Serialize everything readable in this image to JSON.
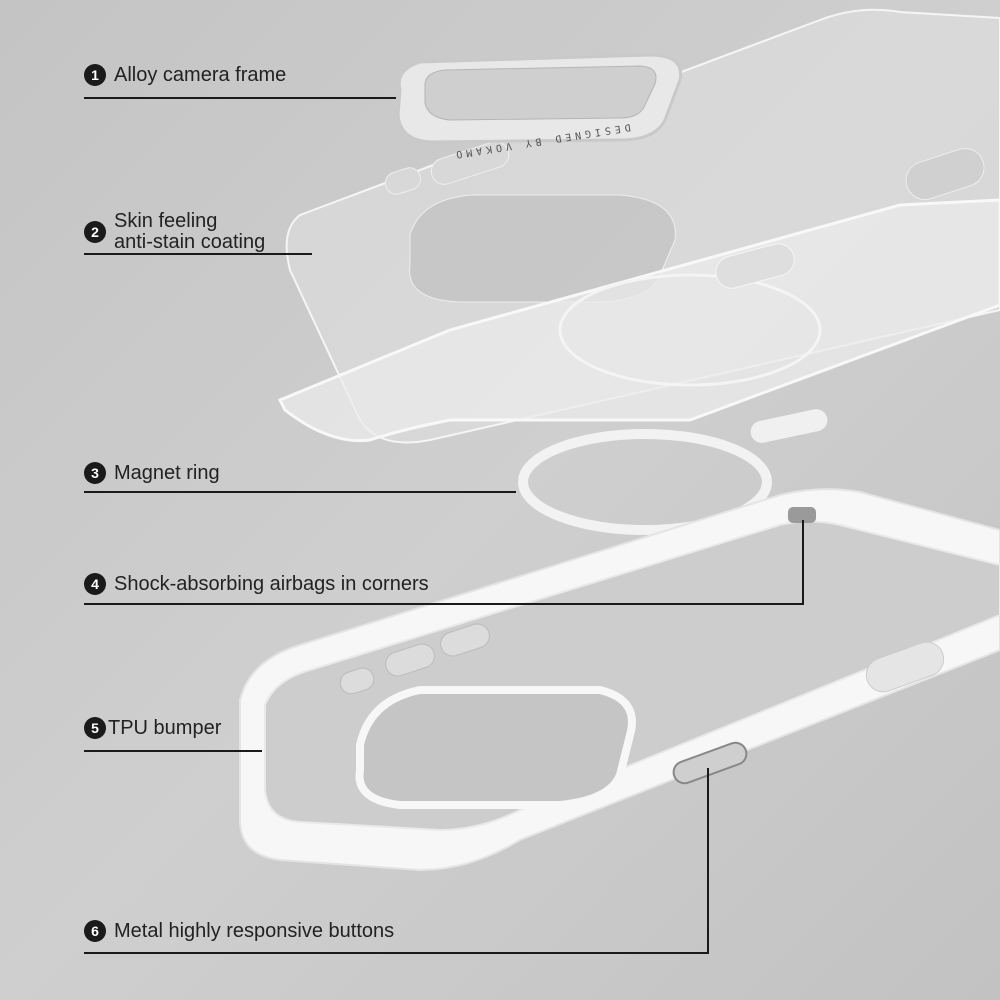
{
  "callouts": [
    {
      "number": "1",
      "text": "Alloy camera frame"
    },
    {
      "number": "2",
      "line1": "Skin feeling",
      "line2": "anti-stain coating"
    },
    {
      "number": "3",
      "text": "Magnet ring"
    },
    {
      "number": "4",
      "text": "Shock-absorbing airbags in corners"
    },
    {
      "number": "5",
      "text": "TPU bumper"
    },
    {
      "number": "6",
      "text": "Metal highly responsive buttons"
    }
  ],
  "engraving": "DESIGNED BY VOKAMO"
}
